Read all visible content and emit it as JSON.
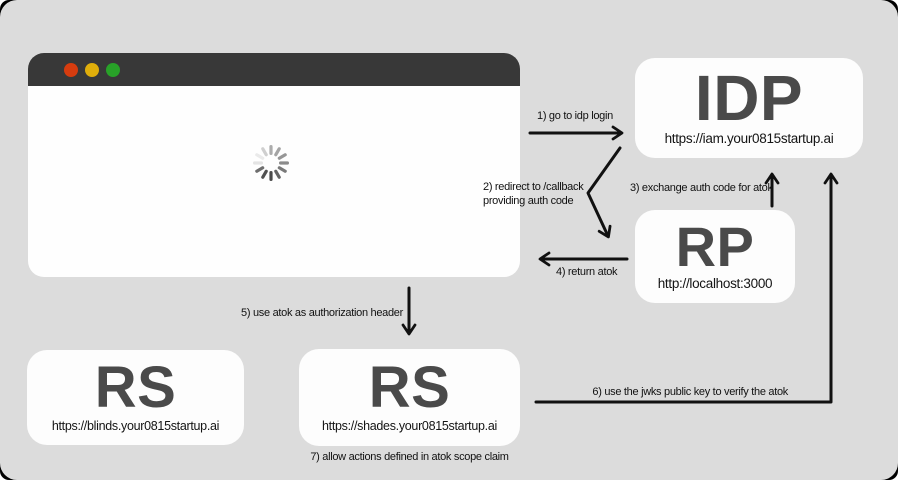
{
  "canvas": {
    "background_color": "#dcdcdc",
    "corner_color": "#000000"
  },
  "browser_window": {
    "titlebar_color": "#383838",
    "traffic_lights": {
      "close_color": "#d63c0f",
      "minimize_color": "#dfae0b",
      "maximize_color": "#28a228"
    },
    "content_state": "loading-spinner"
  },
  "nodes": {
    "idp": {
      "title": "IDP",
      "url": "https://iam.your0815startup.ai"
    },
    "rp": {
      "title": "RP",
      "url": "http://localhost:3000"
    },
    "rs_blinds": {
      "title": "RS",
      "url": "https://blinds.your0815startup.ai"
    },
    "rs_shades": {
      "title": "RS",
      "url": "https://shades.your0815startup.ai"
    }
  },
  "steps": {
    "s1": "1) go to idp login",
    "s2": "2) redirect to /callback\nproviding auth code",
    "s3": "3) exchange auth code for atok",
    "s4": "4) return atok",
    "s5": "5) use atok as authorization header",
    "s6": "6) use the jwks public key to verify the atok",
    "s7": "7) allow actions defined in atok scope claim"
  },
  "colors": {
    "arrow": "#111111",
    "node_title": "#4a4a4a",
    "node_url": "#141414",
    "node_background": "#fdfdfd"
  }
}
